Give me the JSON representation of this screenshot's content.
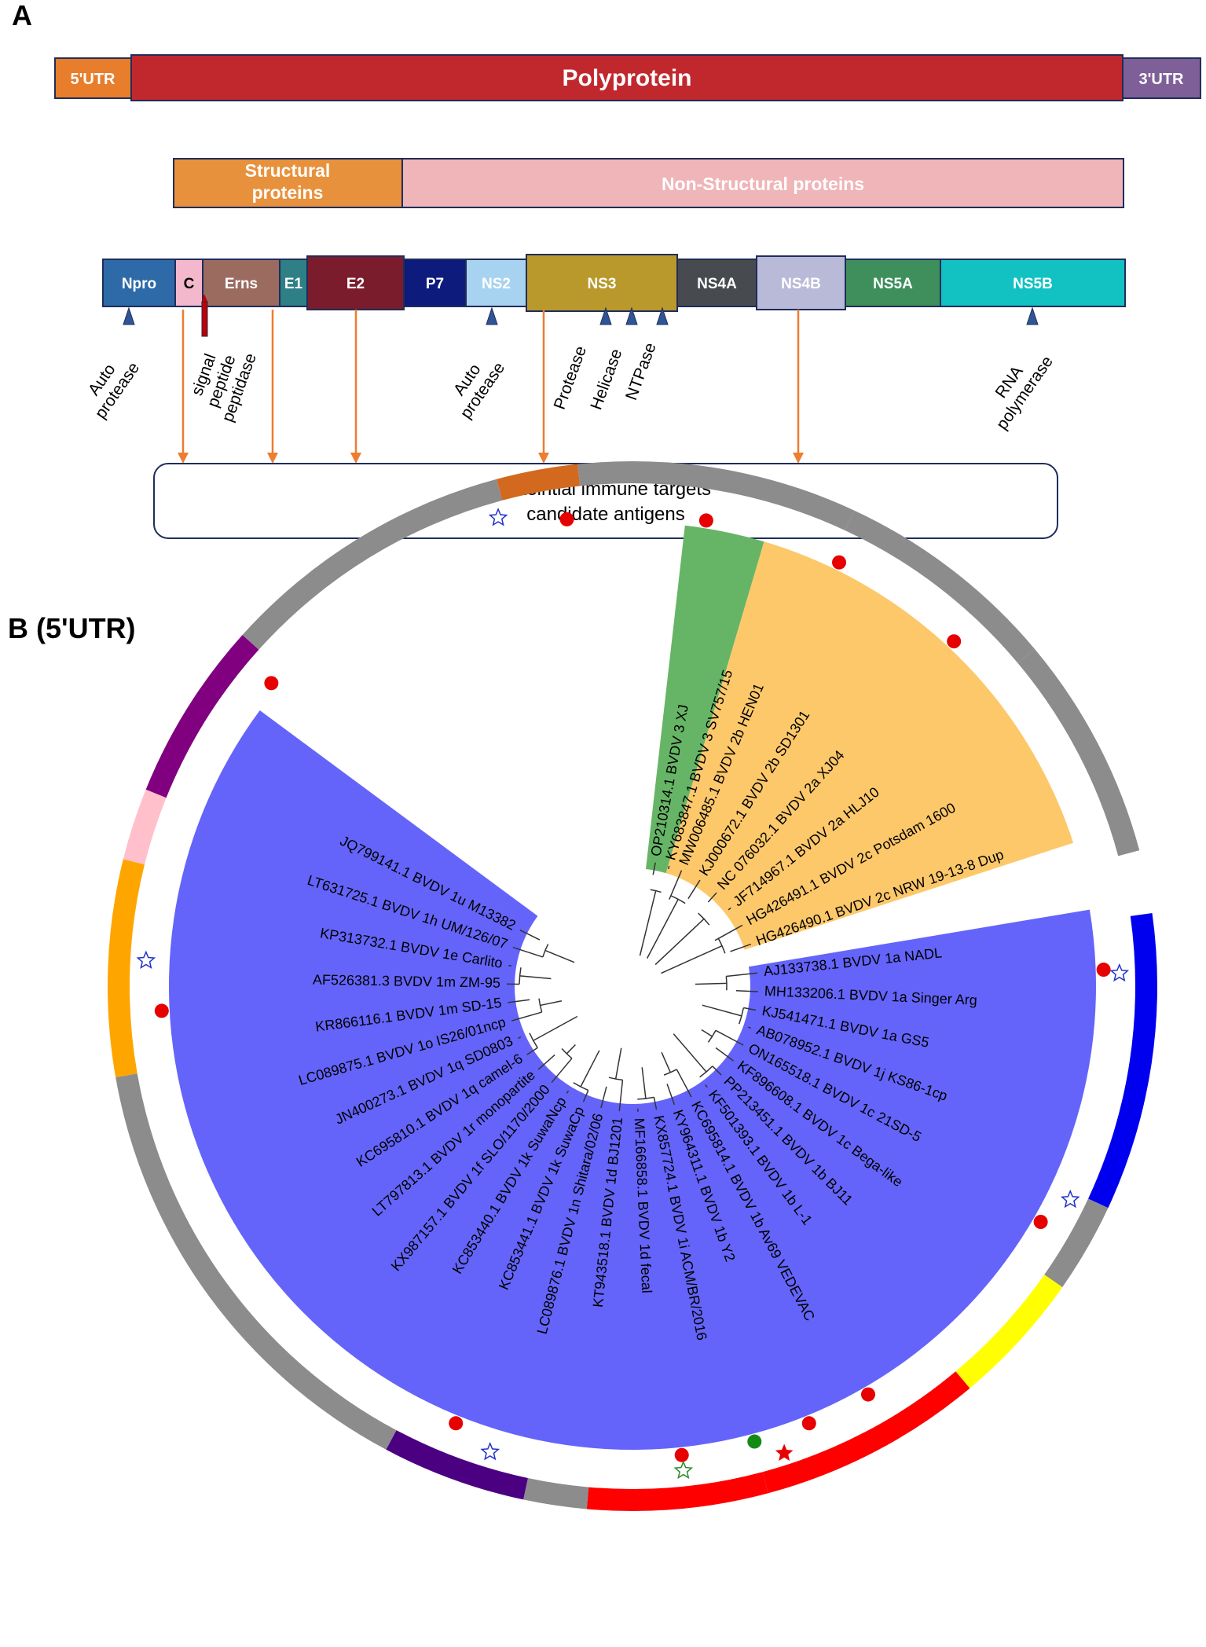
{
  "panel_a": {
    "label": "A",
    "genome": {
      "utr5": "5'UTR",
      "polyprotein": "Polyprotein",
      "utr3": "3'UTR"
    },
    "groups": {
      "structural_line1": "Structural",
      "structural_line2": "proteins",
      "nonstructural": "Non-Structural proteins"
    },
    "segments": [
      {
        "label": "Npro",
        "color": "#2e6aa7"
      },
      {
        "label": "C",
        "color": "#f3b8cc"
      },
      {
        "label": "Erns",
        "color": "#9b6b60"
      },
      {
        "label": "E1",
        "color": "#2e7f86"
      },
      {
        "label": "E2",
        "color": "#7b1c2c"
      },
      {
        "label": "P7",
        "color": "#0d1b7c"
      },
      {
        "label": "NS2",
        "color": "#a7d3f0"
      },
      {
        "label": "NS3",
        "color": "#b9982c"
      },
      {
        "label": "NS4A",
        "color": "#474a4f"
      },
      {
        "label": "NS4B",
        "color": "#b9bad8"
      },
      {
        "label": "NS5A",
        "color": "#3e8f5c"
      },
      {
        "label": "NS5B",
        "color": "#12c2c2"
      }
    ],
    "function_labels": {
      "npro_1": "Auto",
      "npro_2": "protease",
      "c_1": "signal",
      "c_2": "peptide",
      "c_3": "peptidase",
      "ns2_1": "Auto",
      "ns2_2": "protease",
      "ns3_a": "Protease",
      "ns3_b": "Helicase",
      "ns3_c": "NTPase",
      "ns5b_1": "RNA",
      "ns5b_2": "polymerase"
    },
    "immune_box": {
      "line1": "poteintial immune targets",
      "line2": "candidate antigens"
    }
  },
  "panel_b": {
    "label": "B (5'UTR)",
    "leaves": [
      "AJ133738.1 BVDV 1a NADL",
      "MH133206.1 BVDV 1a Singer Arg",
      "KJ541471.1 BVDV 1a GS5",
      "AB078952.1 BVDV 1j KS86-1cp",
      "ON165518.1 BVDV 1c 21SD-5",
      "KF896608.1 BVDV 1c Bega-like",
      "PP213451.1 BVDV 1b BJ11",
      "KF501393.1 BVDV 1b L-1",
      "KC695814.1 BVDV 1b Av69 VEDEVAC",
      "KY964311.1 BVDV 1b Y2",
      "KX857724.1 BVDV 1i ACM/BR/2016",
      "MF166858.1 BVDV 1d fecal",
      "KT943518.1 BVDV 1d BJ1201",
      "LC089876.1 BVDV 1n Shitara/02/06",
      "KC853441.1 BVDV 1k SuwaCp",
      "KC853440.1 BVDV 1k SuwaNcp",
      "KX987157.1 BVDV 1f SLO/1170/2000",
      "LT797813.1 BVDV 1r monopartite",
      "KC695810.1 BVDV 1q camel-6",
      "JN400273.1 BVDV 1q SD0803",
      "LC089875.1 BVDV 1o IS26/01ncp",
      "KR866116.1 BVDV 1m SD-15",
      "AF526381.3 BVDV 1m ZM-95",
      "KP313732.1 BVDV 1e Carlito",
      "LT631725.1 BVDV 1h UM/126/07",
      "JQ799141.1 BVDV 1u M13382",
      "OP210314.1 BVDV 3 XJ",
      "KY683847.1 BVDV 3 SV757/15",
      "MW006485.1 BVDV 2b HEN01",
      "KJ000672.1 BVDV 2b SD1301",
      "NC 076032.1 BVDV 2a XJ04",
      "JF714967.1 BVDV 2a HLJ10",
      "HG426491.1 BVDV 2c Potsdam 1600",
      "HG426490.1 BVDV 2c NRW 19-13-8 Dup"
    ],
    "clade_colors": {
      "bvdv1": "#6464fa",
      "bvdv3": "#66b566",
      "bvdv2": "#fdc86a"
    },
    "ring_colors": {
      "grey": "#8c8c8c",
      "orange": "#d2691e",
      "purple": "#800080",
      "pink": "#ffc0cb",
      "amber": "#ffa500",
      "indigo": "#4b0082",
      "red": "#ff0000",
      "yellow": "#ffff00",
      "blue": "#0000ee"
    },
    "marker_colors": {
      "red_dot": "#e60000",
      "green_dot": "#138a13",
      "blue_star": "#2233cc",
      "green_star": "#2e8b2e",
      "red_star": "#e60000"
    }
  }
}
